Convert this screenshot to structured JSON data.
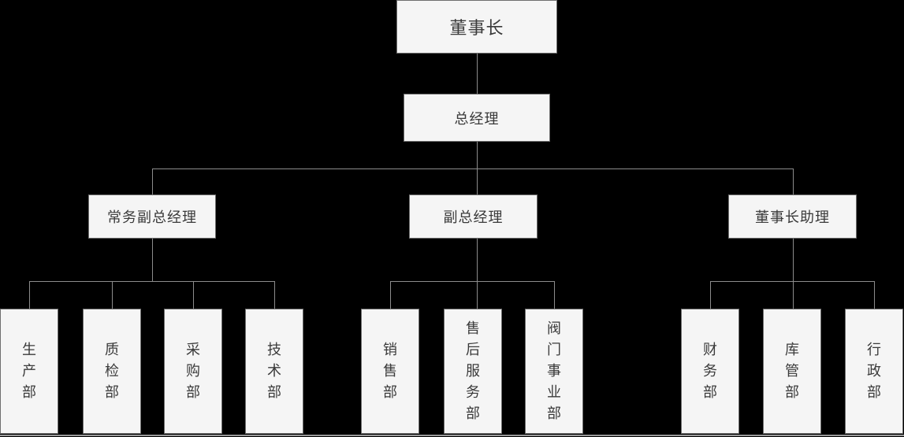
{
  "org": {
    "chairman": {
      "label": "董事长"
    },
    "general_manager": {
      "label": "总经理"
    },
    "branches": [
      {
        "label": "常务副总经理",
        "departments": [
          {
            "label": "生产部"
          },
          {
            "label": "质检部"
          },
          {
            "label": "采购部"
          },
          {
            "label": "技术部"
          }
        ]
      },
      {
        "label": "副总经理",
        "departments": [
          {
            "label": "销售部"
          },
          {
            "label": "售后服务部"
          },
          {
            "label": "阀门事业部"
          }
        ]
      },
      {
        "label": "董事长助理",
        "departments": [
          {
            "label": "财务部"
          },
          {
            "label": "库管部"
          },
          {
            "label": "行政部"
          }
        ]
      }
    ]
  },
  "colors": {
    "background": "#000000",
    "box_fill": "#f5f5f5",
    "box_border": "#6f6f6f",
    "node_text": "#3a3a3a",
    "line": "#8c8c8c",
    "bottom_line": "#9a9a9a"
  }
}
